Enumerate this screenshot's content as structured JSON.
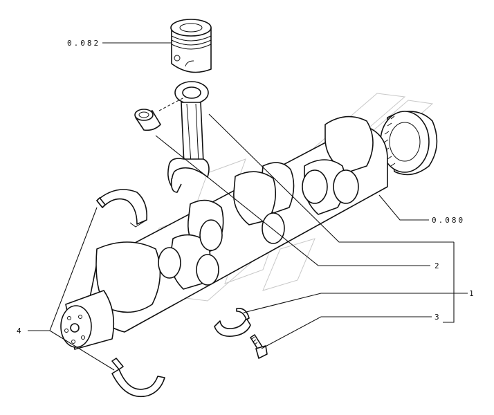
{
  "callouts": {
    "piston_ref": "0.082",
    "gear_ref": "0.080",
    "item_1": "1",
    "item_2": "2",
    "item_3": "3",
    "item_4": "4"
  }
}
